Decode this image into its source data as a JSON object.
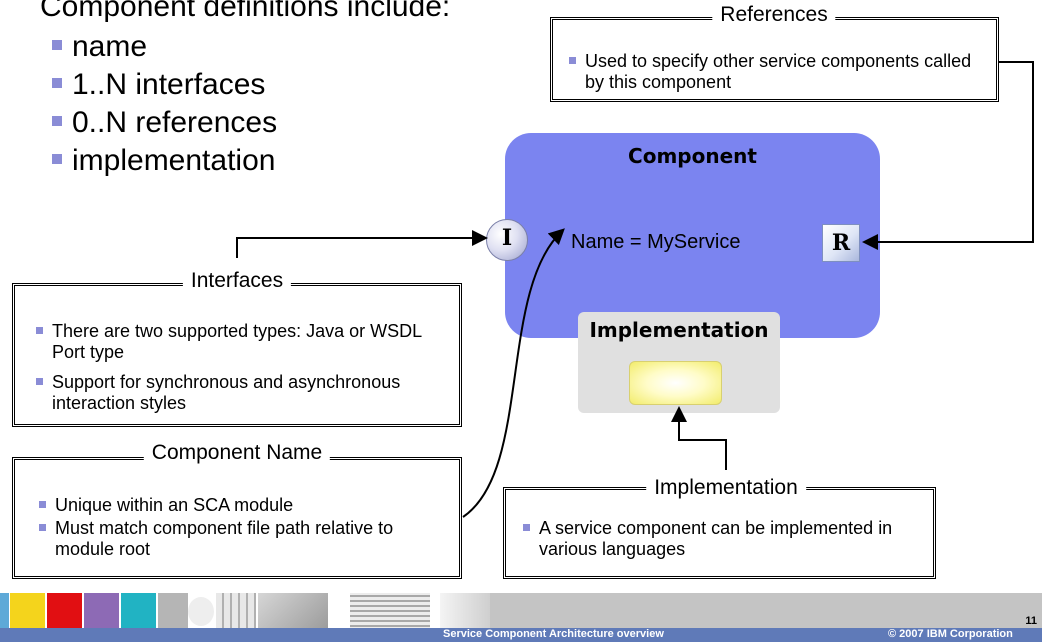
{
  "slide": {
    "title": "Component definitions include:",
    "bullets": [
      "name",
      "1..N interfaces",
      "0..N references",
      "implementation"
    ]
  },
  "component": {
    "title": "Component",
    "name_text": "Name = MyService",
    "interface_glyph": "I",
    "reference_glyph": "R",
    "implementation_label": "Implementation"
  },
  "callouts": {
    "references": {
      "title": "References",
      "items": [
        "Used to specify other service components called by this component"
      ]
    },
    "interfaces": {
      "title": "Interfaces",
      "items": [
        "There are two supported types: Java or WSDL Port type",
        "Support for synchronous and asynchronous interaction styles"
      ]
    },
    "component_name": {
      "title": "Component Name",
      "items": [
        "Unique within an SCA module",
        "Must match component file path relative to module root"
      ]
    },
    "implementation": {
      "title": "Implementation",
      "items": [
        "A service component can be implemented in various languages"
      ]
    }
  },
  "footer": {
    "page_number": "11",
    "center_text": "Service Component Architecture overview",
    "copyright": "© 2007 IBM Corporation"
  },
  "colors": {
    "bullet": "#8a8cd6",
    "component_fill": "#7b84f0",
    "impl_tab": "#e0e0e0",
    "impl_box": "#fffac0",
    "footer_band": "#c2c2c2",
    "footer_strip": "#5f7ab8"
  }
}
